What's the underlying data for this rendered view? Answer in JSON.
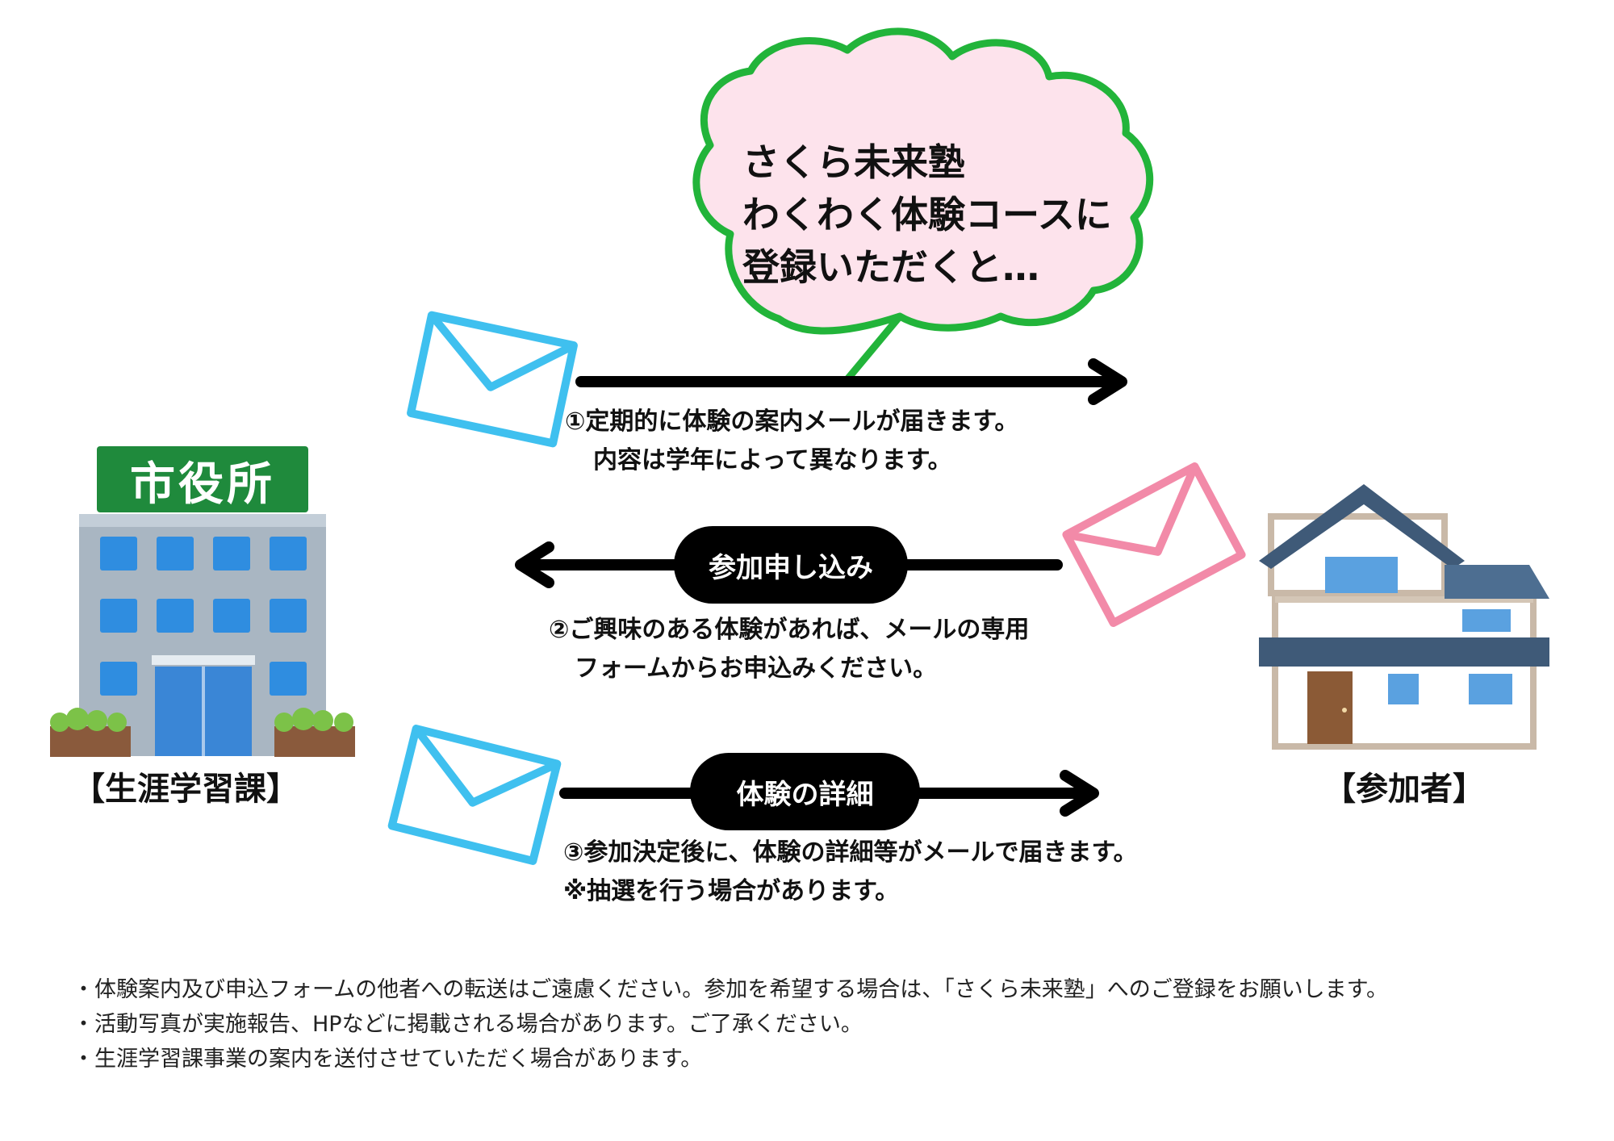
{
  "bubble": {
    "lines": [
      "さくら未来塾",
      "わくわく体験コースに",
      "登録いただくと…"
    ]
  },
  "city_hall": {
    "sign": "市役所",
    "label": "【生涯学習課】"
  },
  "house": {
    "label": "【参加者】"
  },
  "steps": [
    {
      "line1": "①定期的に体験の案内メールが届きます。",
      "line2": "内容は学年によって異なります。"
    },
    {
      "pill": "参加申し込み",
      "line1": "②ご興味のある体験があれば、メールの専用",
      "line2": "フォームからお申込みください。"
    },
    {
      "pill": "体験の詳細",
      "line1": "③参加決定後に、体験の詳細等がメールで届きます。",
      "line2": "※抽選を行う場合があります。"
    }
  ],
  "notes": [
    "・体験案内及び申込フォームの他者への転送はご遠慮ください。参加を希望する場合は、「さくら未来塾」へのご登録をお願いします。",
    "・活動写真が実施報告、HPなどに掲載される場合があります。ご了承ください。",
    "・生涯学習課事業の案内を送付させていただく場合があります。"
  ],
  "colors": {
    "bubble_fill": "#fde3ec",
    "bubble_stroke": "#22b43a",
    "mail_blue": "#3fc0ef",
    "mail_pink": "#f28aa8",
    "sign_green": "#1f8a3c",
    "building_grey": "#a9b6c2",
    "window_blue": "#2f8de0",
    "roof_navy": "#3f5a78"
  }
}
